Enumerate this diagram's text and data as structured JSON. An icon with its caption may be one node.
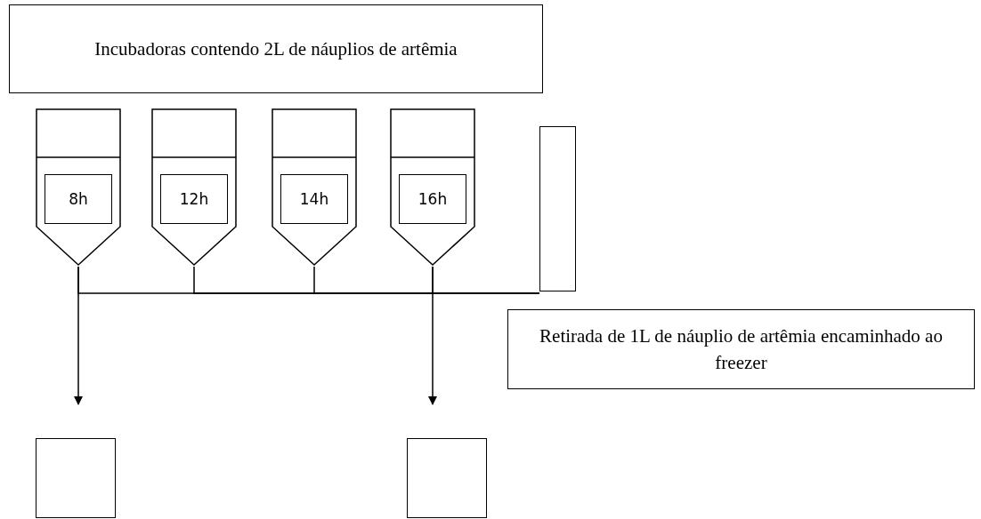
{
  "diagram": {
    "nodes": [
      {
        "text": [
          "Incubadoras contendo 2L de náuplios de artêmia"
        ]
      },
      {
        "text": [],
        "shape": "tank"
      },
      {
        "text": [
          "8h"
        ],
        "in": 1
      },
      {
        "text": [],
        "shape": "tank"
      },
      {
        "text": [
          "12h"
        ],
        "in": 3
      },
      {
        "text": [],
        "shape": "tank"
      },
      {
        "text": [
          "14h"
        ],
        "in": 5
      },
      {
        "text": [],
        "shape": "tank"
      },
      {
        "text": [
          "16h"
        ],
        "in": 7
      },
      {
        "text": [],
        "shape": "box"
      },
      {
        "text": [
          "Retirada de 1L de náuplio de artêmia encaminhado ao freezer"
        ]
      },
      {
        "text": [],
        "shape": "box"
      },
      {
        "text": [],
        "shape": "box"
      }
    ],
    "edges": [
      {
        "from": 1,
        "to": 9,
        "arrow": "none"
      },
      {
        "from": 3,
        "to": 9,
        "arrow": "none"
      },
      {
        "from": 5,
        "to": 9,
        "arrow": "none"
      },
      {
        "from": 7,
        "to": 9,
        "arrow": "none"
      },
      {
        "from": 1,
        "to": 11,
        "arrow": "to"
      },
      {
        "from": 7,
        "to": 12,
        "arrow": "to"
      }
    ]
  }
}
